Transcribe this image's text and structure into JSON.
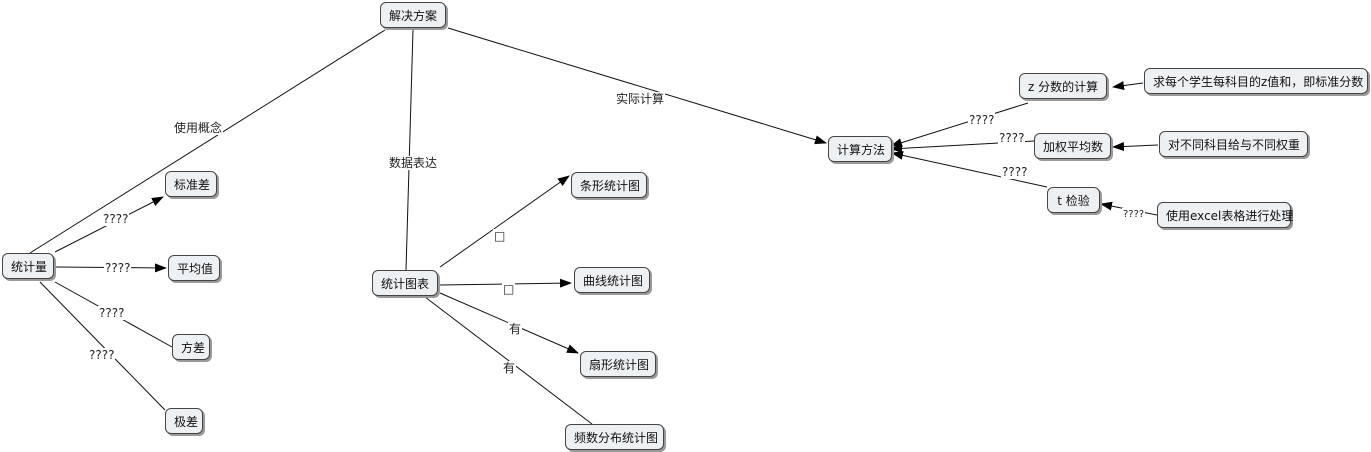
{
  "nodes": {
    "solution": "解决方案",
    "stat_quantity": "统计量",
    "std_dev": "标准差",
    "mean": "平均值",
    "variance": "方差",
    "range": "极差",
    "stat_chart": "统计图表",
    "bar_chart": "条形统计图",
    "line_chart": "曲线统计图",
    "pie_chart": "扇形统计图",
    "freq_chart": "频数分布统计图",
    "calc_method": "计算方法",
    "z_score": "z 分数的计算",
    "weighted_avg": "加权平均数",
    "t_test": "t 检验",
    "z_desc": "求每个学生每科目的z值和，即标准分数",
    "weight_desc": "对不同科目给与不同权重",
    "excel_desc": "使用excel表格进行处理"
  },
  "edge_labels": {
    "use_concept": "使用概念",
    "data_expression": "数据表达",
    "actual_calc": "实际计算",
    "to_std_dev": "????",
    "to_mean": "????",
    "to_variance": "????",
    "to_range": "????",
    "to_bar": "□",
    "to_line": "□",
    "to_pie": "有",
    "to_freq": "有",
    "from_z": "????",
    "from_weighted": "????",
    "from_t": "????",
    "from_excel": "????"
  }
}
